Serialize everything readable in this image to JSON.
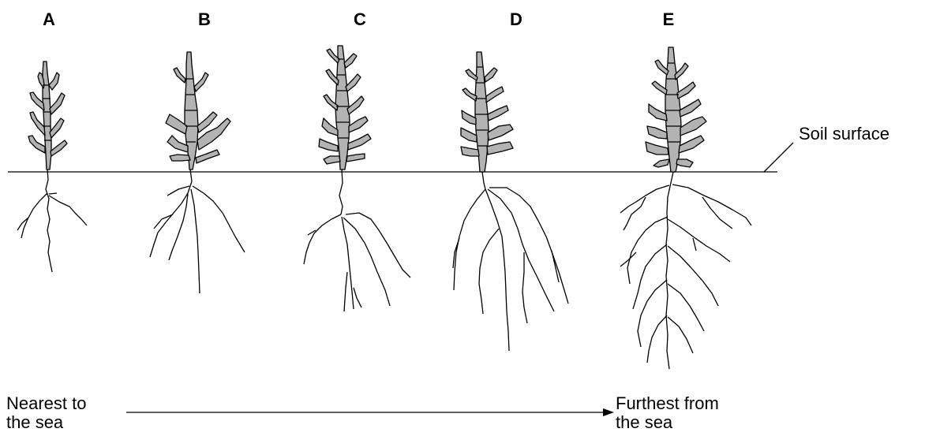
{
  "plants": [
    {
      "label": "A"
    },
    {
      "label": "B"
    },
    {
      "label": "C"
    },
    {
      "label": "D"
    },
    {
      "label": "E"
    }
  ],
  "soil_label": "Soil surface",
  "scale": {
    "left_line1": "Nearest to",
    "left_line2": "the sea",
    "right_line1": "Furthest from",
    "right_line2": "the sea"
  },
  "colors": {
    "stem_fill": "#b3b3b3",
    "line": "#000000"
  }
}
